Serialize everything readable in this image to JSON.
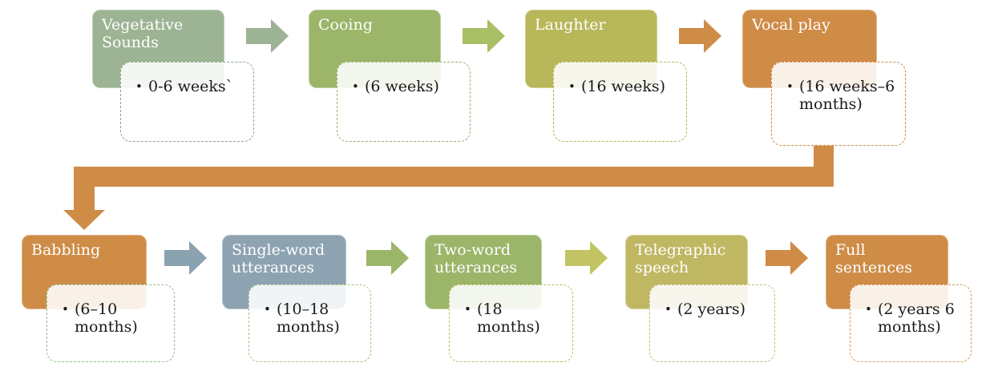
{
  "bullet": "•",
  "stages": [
    {
      "title": "Vegetative Sounds",
      "detail": "0-6 weeks`",
      "color": "#9cb493",
      "card_border": "#84a886"
    },
    {
      "title": "Cooing",
      "detail": "(6 weeks)",
      "color": "#9bb569",
      "card_border": "#8db36b"
    },
    {
      "title": "Laughter",
      "detail": "(16 weeks)",
      "color": "#b8b75a",
      "card_border": "#b5b457"
    },
    {
      "title": "Vocal play",
      "detail": "(16 weeks–6 months)",
      "color": "#ce8c47",
      "card_border": "#cc8a45"
    },
    {
      "title": "Babbling",
      "detail": "(6–10 months)",
      "color": "#ce8c47",
      "card_border": "#8fbd86"
    },
    {
      "title": "Single-word utterances",
      "detail": "(10–18 months)",
      "color": "#8ea3b2",
      "card_border": "#a5c27e"
    },
    {
      "title": "Two-word utterances",
      "detail": "(18 months)",
      "color": "#9bb569",
      "card_border": "#b9bc63"
    },
    {
      "title": "Telegraphic speech",
      "detail": "(2 years)",
      "color": "#c0b763",
      "card_border": "#c5be76"
    },
    {
      "title": "Full sentences",
      "detail": "(2 years 6 months)",
      "color": "#ce8c47",
      "card_border": "#d29a5e"
    }
  ],
  "arrows": [
    {
      "name": "arrow-vegetative-to-cooing",
      "color": "#9cb493"
    },
    {
      "name": "arrow-cooing-to-laughter",
      "color": "#a9bf63"
    },
    {
      "name": "arrow-laughter-to-vocalplay",
      "color": "#ce8c47"
    },
    {
      "name": "bent-arrow-vocalplay-to-babbling",
      "color": "#ce8c47"
    },
    {
      "name": "arrow-babbling-to-singleword",
      "color": "#8ba2b0"
    },
    {
      "name": "arrow-singleword-to-twoword",
      "color": "#9bb569"
    },
    {
      "name": "arrow-twoword-to-telegraphic",
      "color": "#c2c464"
    },
    {
      "name": "arrow-telegraphic-to-fullsentences",
      "color": "#ce8c47"
    }
  ]
}
